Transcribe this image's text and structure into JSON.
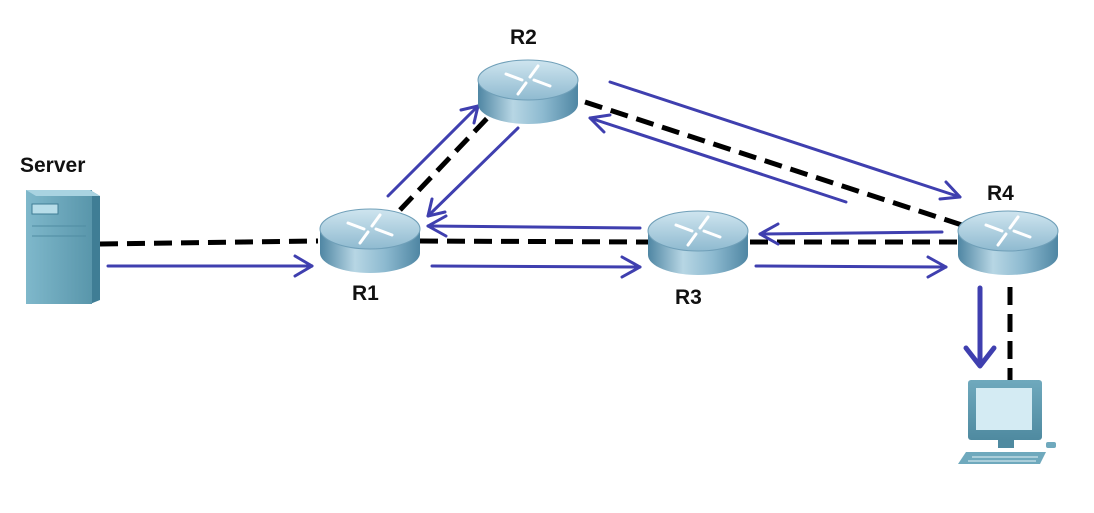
{
  "labels": {
    "server": "Server",
    "r1": "R1",
    "r2": "R2",
    "r3": "R3",
    "r4": "R4"
  },
  "colors": {
    "link": "#000000",
    "flow_arrow": "#3f3faf",
    "router_top": "#9fc3d6",
    "router_side": "#5f97b2",
    "device": "#5e9fb5"
  },
  "icons": {
    "server": "server-icon",
    "router": "router-icon",
    "pc": "pc-icon"
  }
}
